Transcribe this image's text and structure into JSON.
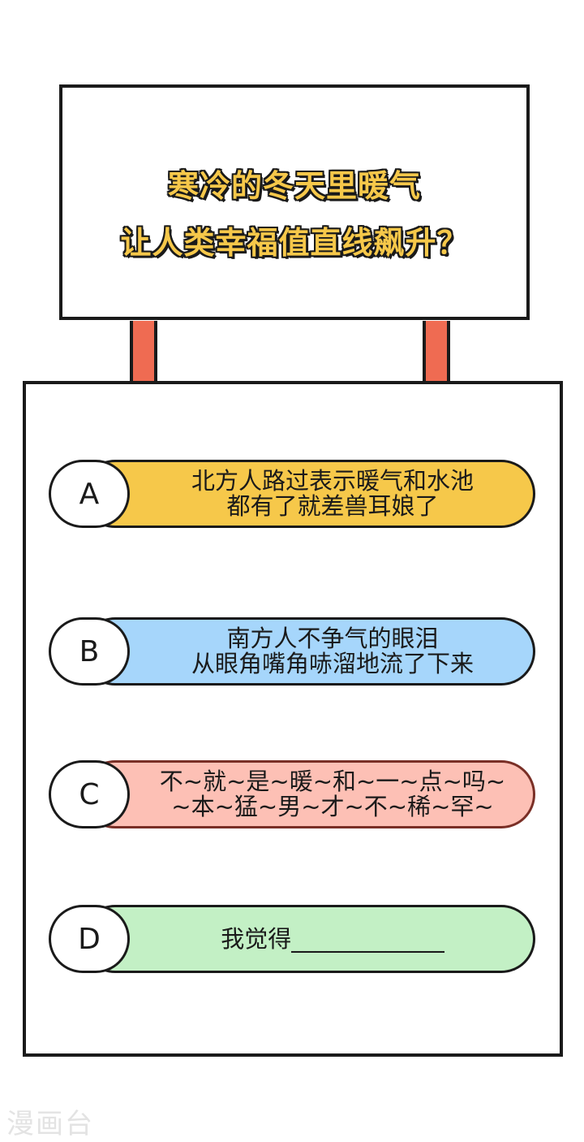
{
  "sign": {
    "line1": "寒冷的冬天里暖气",
    "line2": "让人类幸福值直线飙升？",
    "text_color": "#f6c84a",
    "post_color": "#ef6b52"
  },
  "options": [
    {
      "letter": "A",
      "text": "北方人路过表示暖气和水池\n都有了就差兽耳娘了",
      "color": "#f6c84a"
    },
    {
      "letter": "B",
      "text": "南方人不争气的眼泪\n从眼角嘴角哧溜地流了下来",
      "color": "#a6d6fb"
    },
    {
      "letter": "C",
      "text": "不~就~是~暖~和~一~点~吗~\n~本~猛~男~才~不~稀~罕~",
      "color": "#fdc0b5"
    },
    {
      "letter": "D",
      "text": "我觉得_____________",
      "color": "#c3f0c5"
    }
  ],
  "watermark": "漫画台"
}
